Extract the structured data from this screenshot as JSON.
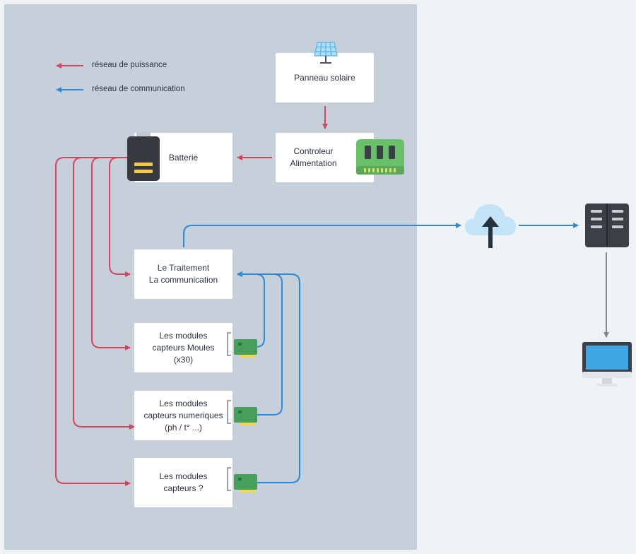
{
  "legend": {
    "power": "réseau de puissance",
    "communication": "réseau de communication"
  },
  "nodes": {
    "solar_panel": "Panneau solaire",
    "controller": "Controleur\nAlimentation",
    "battery": "Batterie",
    "processing": "Le Traitement\nLa communication",
    "module_mussels": "Les modules\ncapteurs Moules\n(x30)",
    "module_digital": "Les modules\ncapteurs numeriques\n(ph / t° ...)",
    "module_unknown": "Les modules\ncapteurs ?"
  },
  "icons": {
    "solar": "solar-panel-icon",
    "controller": "controller-board-icon",
    "battery": "battery-icon",
    "sensor_board": "sensor-board-icon",
    "cloud": "cloud-upload-icon",
    "server": "server-icon",
    "monitor": "monitor-icon"
  },
  "colors": {
    "power": "#d6455c",
    "communication": "#2f88d8",
    "server_link": "#7b8794",
    "panel_background": "#c5d0da"
  }
}
